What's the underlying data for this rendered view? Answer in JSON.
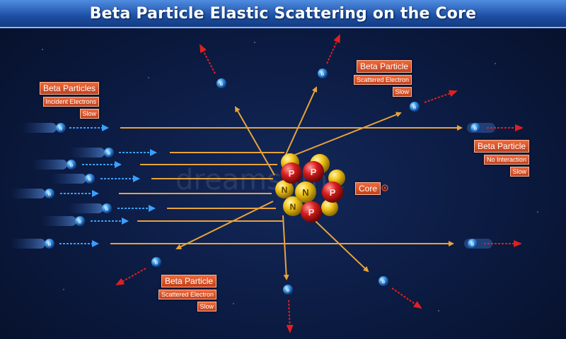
{
  "title": "Beta Particle Elastic Scattering on the Core",
  "labels": {
    "incident": {
      "main": "Beta Particles",
      "line1": "Incident Electrons",
      "line2": "Slow"
    },
    "scattered_top": {
      "main": "Beta Particle",
      "line1": "Scattered Electron",
      "line2": "Slow"
    },
    "no_interaction": {
      "main": "Beta Particle",
      "line1": "No Interaction",
      "line2": "Slow"
    },
    "scattered_bottom": {
      "main": "Beta Particle",
      "line1": "Scattered Electron",
      "line2": "Slow"
    },
    "core": "Core"
  },
  "electron_symbol": "e",
  "proton_symbol": "P",
  "neutron_symbol": "N",
  "watermark": "dreamstime",
  "colors": {
    "background": "#0b1a40",
    "title_bar": "#1d4fa4",
    "label": "#d9502a",
    "path": "#e8a33a",
    "proton": "#d42020",
    "neutron": "#f2c418",
    "electron": "#2f8fe0",
    "incoming_arrow": "#3aa0ff",
    "outgoing_arrow": "#e02020"
  }
}
